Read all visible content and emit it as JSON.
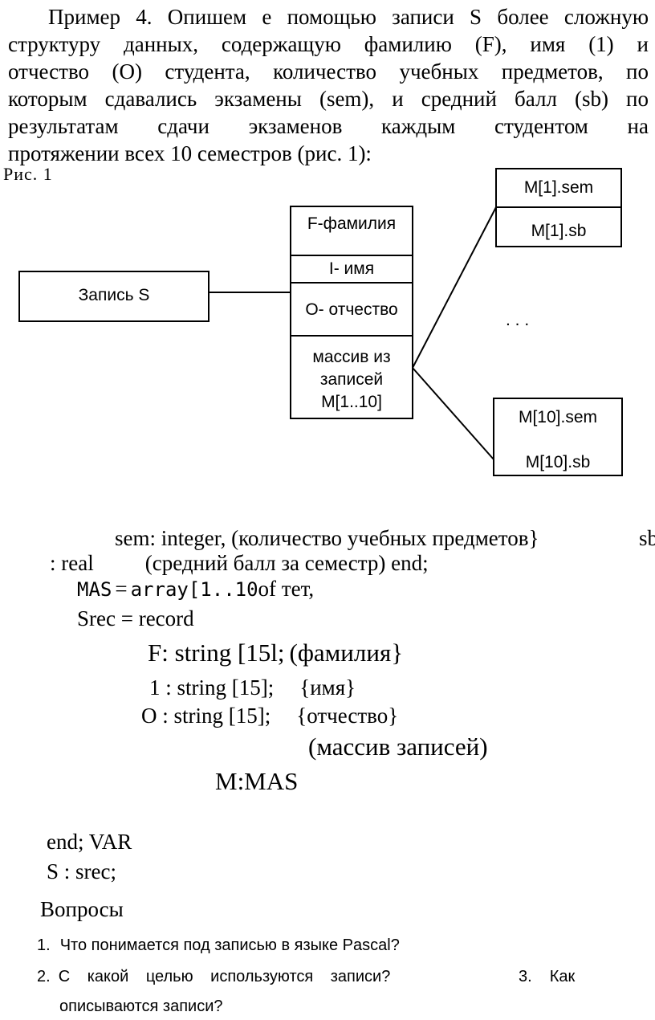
{
  "intro": {
    "lines": [
      "Пример 4. Опишем е помощью записи S более сложную",
      "структуру данных, содержащую фамилию (F), имя (1) и",
      "отчество (О) студента, количество учебных предметов, по",
      "которым сдавались экзамены (sem), и средний балл (sb) по",
      "результатам сдачи экзаменов каждым студентом на",
      "протяжении всех 10 семестров (рис. 1):"
    ]
  },
  "figure": {
    "label": "Рис. 1",
    "record_box": "Запись S",
    "fields": [
      "F-фамилия",
      "I- имя",
      "О- отчество"
    ],
    "array_field": [
      "массив из",
      "записей",
      "M[1..10]"
    ],
    "top_item": [
      "M[1].sem",
      "M[1].sb"
    ],
    "bottom_item": [
      "M[10].sem",
      "M[10].sb"
    ],
    "ellipsis": ". . ."
  },
  "code": {
    "line1": "sem: integer, (количество учебных предметов}",
    "line1_tail": "sb",
    "line2a": ": real",
    "line2b": "(средний балл за семестр) end;",
    "line3a": "MAS",
    "line3b": "=",
    "line3c": "array[1..10",
    "line3d": "of тет,",
    "line4": "Srec = record",
    "line5a": "F: string [15l;",
    "line5b": "(фамилия}",
    "line6a": "1 : string [15];",
    "line6b": "{имя}",
    "line7a": "О : string [15];",
    "line7b": "{отчество}",
    "line8": "(массив записей)",
    "line9": "M:MAS",
    "line10": "end; VAR",
    "line11": "S : srec;"
  },
  "questions": {
    "heading": "Вопросы",
    "q1_num": "1.",
    "q1": "Что понимается под записью в языке Pascal?",
    "q2_num": "2.",
    "q2": "С какой целью используются записи?",
    "q3_num": "3.",
    "q3a": "Как",
    "q3b": "описываются записи?"
  }
}
